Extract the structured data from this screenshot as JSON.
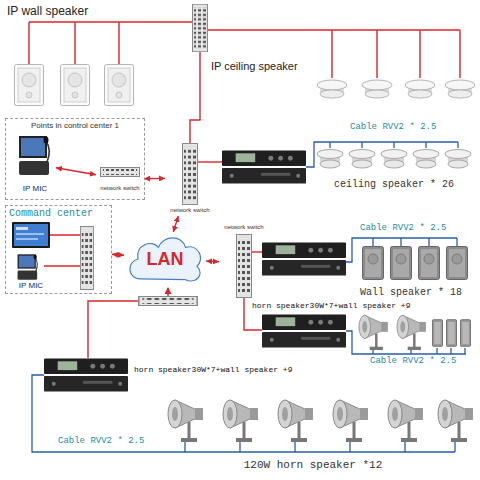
{
  "diagram": {
    "nodes": [
      {
        "text": [
          "IP wall speaker"
        ]
      },
      {
        "text": [
          "IP ceiling speaker"
        ]
      },
      {
        "text": [
          "Points in control center 1"
        ]
      },
      {
        "text": [
          "IP MIC"
        ],
        "in": 2
      },
      {
        "text": [
          "network switch"
        ],
        "in": 2
      },
      {
        "text": [
          "network switch"
        ]
      },
      {
        "text": [
          "ceiling speaker * 26"
        ]
      },
      {
        "text": [
          "Command center"
        ]
      },
      {
        "text": [
          "IP MIC"
        ],
        "in": 7
      },
      {
        "text": [
          "LAN"
        ]
      },
      {
        "text": [
          "network switch"
        ]
      },
      {
        "text": [
          "Wall speaker * 18"
        ]
      },
      {
        "text": [
          "120W horn speaker *12"
        ]
      }
    ],
    "edges": [
      {
        "from": 3,
        "to": 4,
        "arrow": "both"
      },
      {
        "from": 4,
        "to": 5,
        "arrow": "both"
      },
      {
        "from": 5,
        "to": 9,
        "arrow": "both"
      },
      {
        "from": 7,
        "to": 9,
        "arrow": "both"
      },
      {
        "from": 10,
        "to": 9,
        "arrow": "both"
      }
    ],
    "labels": [
      "Cable RVV2 * 2.5",
      "Cable RVV2 * 2.5",
      "horn speaker30W*7+wall speaker +9",
      "Cable RVV2 * 2.5",
      "horn speaker30W*7+wall speaker +9",
      "Cable RVV2 * 2.5"
    ]
  }
}
